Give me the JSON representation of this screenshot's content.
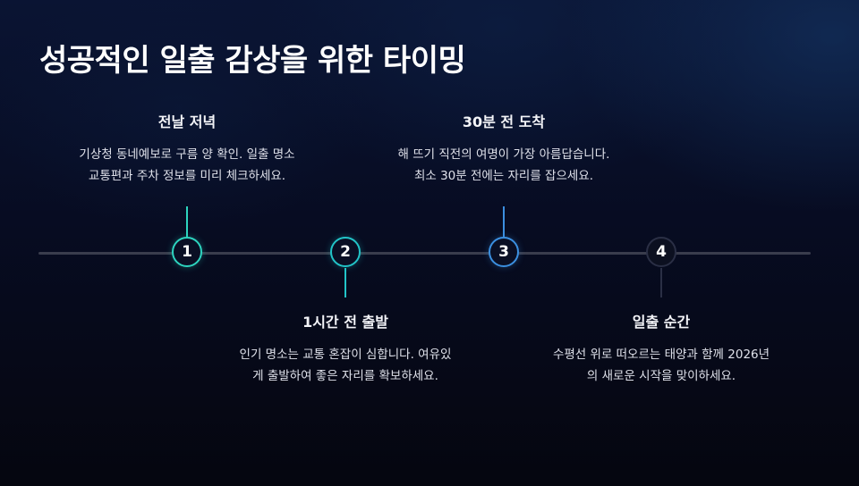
{
  "title": "성공적인 일출 감상을 위한 타이밍",
  "steps": [
    {
      "number": "1",
      "title": "전날 저녁",
      "lines": [
        "기상청 동네예보로 구름 양 확인. 일출 명소",
        "교통편과 주차 정보를 미리 체크하세요."
      ],
      "color": "#2dd4bf"
    },
    {
      "number": "2",
      "title": "1시간 전 출발",
      "lines": [
        "인기 명소는 교통 혼잡이 심합니다. 여유있",
        "게 출발하여 좋은 자리를 확보하세요."
      ],
      "color": "#22c4c8"
    },
    {
      "number": "3",
      "title": "30분 전 도착",
      "lines": [
        "해 뜨기 직전의 여명이 가장 아름답습니다.",
        "최소 30분 전에는 자리를 잡으세요."
      ],
      "color": "#3b8fe0"
    },
    {
      "number": "4",
      "title": "일출 순간",
      "lines": [
        "수평선 위로 떠오르는 태양과 함께 2026년",
        "의 새로운 시작을 맞이하세요."
      ],
      "color": "#2a2f45"
    }
  ]
}
